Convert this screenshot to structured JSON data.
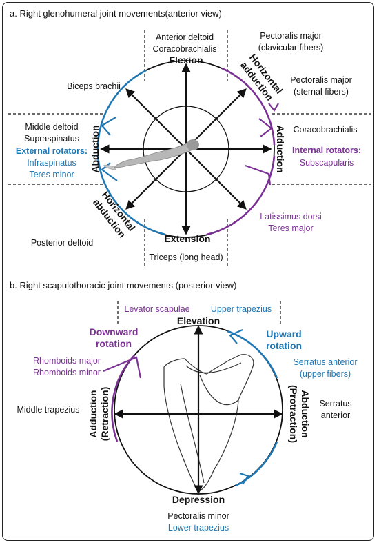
{
  "colors": {
    "purple": "#7b3294",
    "blue": "#1f77b4",
    "black": "#111111"
  },
  "panel_a": {
    "title": "a. Right glenohumeral joint movements(anterior view)",
    "movements": {
      "flexion": "Flexion",
      "extension": "Extension",
      "abduction": "Abduction",
      "adduction": "Adduction",
      "horizontal_adduction_1": "Horizontal",
      "horizontal_adduction_2": "adduction",
      "horizontal_abduction_1": "Horizontal",
      "horizontal_abduction_2": "abduction"
    },
    "muscles": {
      "anterior_deltoid": "Anterior deltoid",
      "coracobrachialis_top": "Coracobrachialis",
      "pec_major_clav_1": "Pectoralis major",
      "pec_major_clav_2": "(clavicular fibers)",
      "pec_major_sternal_1": "Pectoralis major",
      "pec_major_sternal_2": "(sternal fibers)",
      "biceps_brachii": "Biceps brachii",
      "middle_deltoid": "Middle deltoid",
      "supraspinatus": "Supraspinatus",
      "external_rotators_heading": "External rotators:",
      "infraspinatus": "Infraspinatus",
      "teres_minor": "Teres minor",
      "coracobrachialis_right": "Coracobrachialis",
      "internal_rotators_heading": "Internal rotators:",
      "subscapularis": "Subscapularis",
      "latissimus_dorsi": "Latissimus dorsi",
      "teres_major": "Teres major",
      "posterior_deltoid": "Posterior deltoid",
      "triceps": "Triceps (long head)"
    }
  },
  "panel_b": {
    "title": "b. Right scapulothoracic joint movements (posterior view)",
    "movements": {
      "elevation": "Elevation",
      "depression": "Depression",
      "downward_rotation_1": "Downward",
      "downward_rotation_2": "rotation",
      "upward_rotation_1": "Upward",
      "upward_rotation_2": "rotation",
      "adduction_1": "Adduction",
      "adduction_2": "(Retraction)",
      "abduction_1": "Abduction",
      "abduction_2": "(Protraction)"
    },
    "muscles": {
      "levator_scapulae": "Levator scapulae",
      "upper_trapezius": "Upper trapezius",
      "rhomboids_major": "Rhomboids major",
      "rhomboids_minor": "Rhomboids minor",
      "serratus_upper_1": "Serratus anterior",
      "serratus_upper_2": "(upper fibers)",
      "middle_trapezius": "Middle trapezius",
      "serratus_1": "Serratus",
      "serratus_2": "anterior",
      "pectoralis_minor": "Pectoralis minor",
      "lower_trapezius": "Lower trapezius"
    }
  }
}
